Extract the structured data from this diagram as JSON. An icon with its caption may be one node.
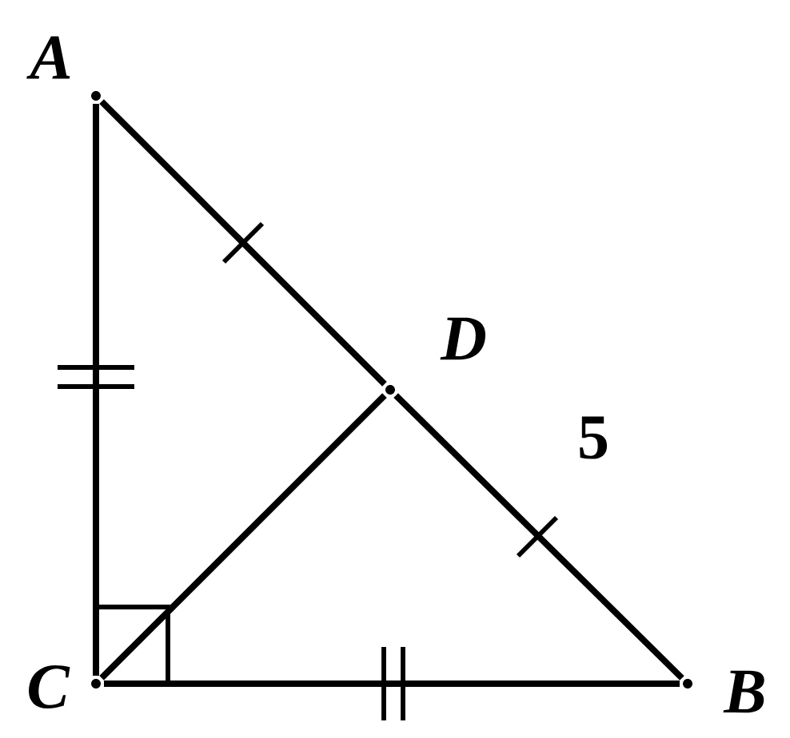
{
  "diagram": {
    "nodes": [
      {
        "text": [],
        "shape": "point",
        "beside": [
          "A"
        ]
      },
      {
        "text": [],
        "shape": "point",
        "beside": [
          "B"
        ]
      },
      {
        "text": [],
        "shape": "point",
        "beside": [
          "C"
        ]
      },
      {
        "text": [],
        "shape": "point",
        "beside": [
          "D"
        ]
      }
    ],
    "edges": [
      {
        "from": 0,
        "to": 3,
        "arrow": "none"
      },
      {
        "from": 3,
        "to": 1,
        "arrow": "none",
        "label": "5"
      },
      {
        "from": 0,
        "to": 2,
        "arrow": "none"
      },
      {
        "from": 2,
        "to": 1,
        "arrow": "none"
      },
      {
        "from": 2,
        "to": 3,
        "arrow": "none"
      }
    ]
  }
}
